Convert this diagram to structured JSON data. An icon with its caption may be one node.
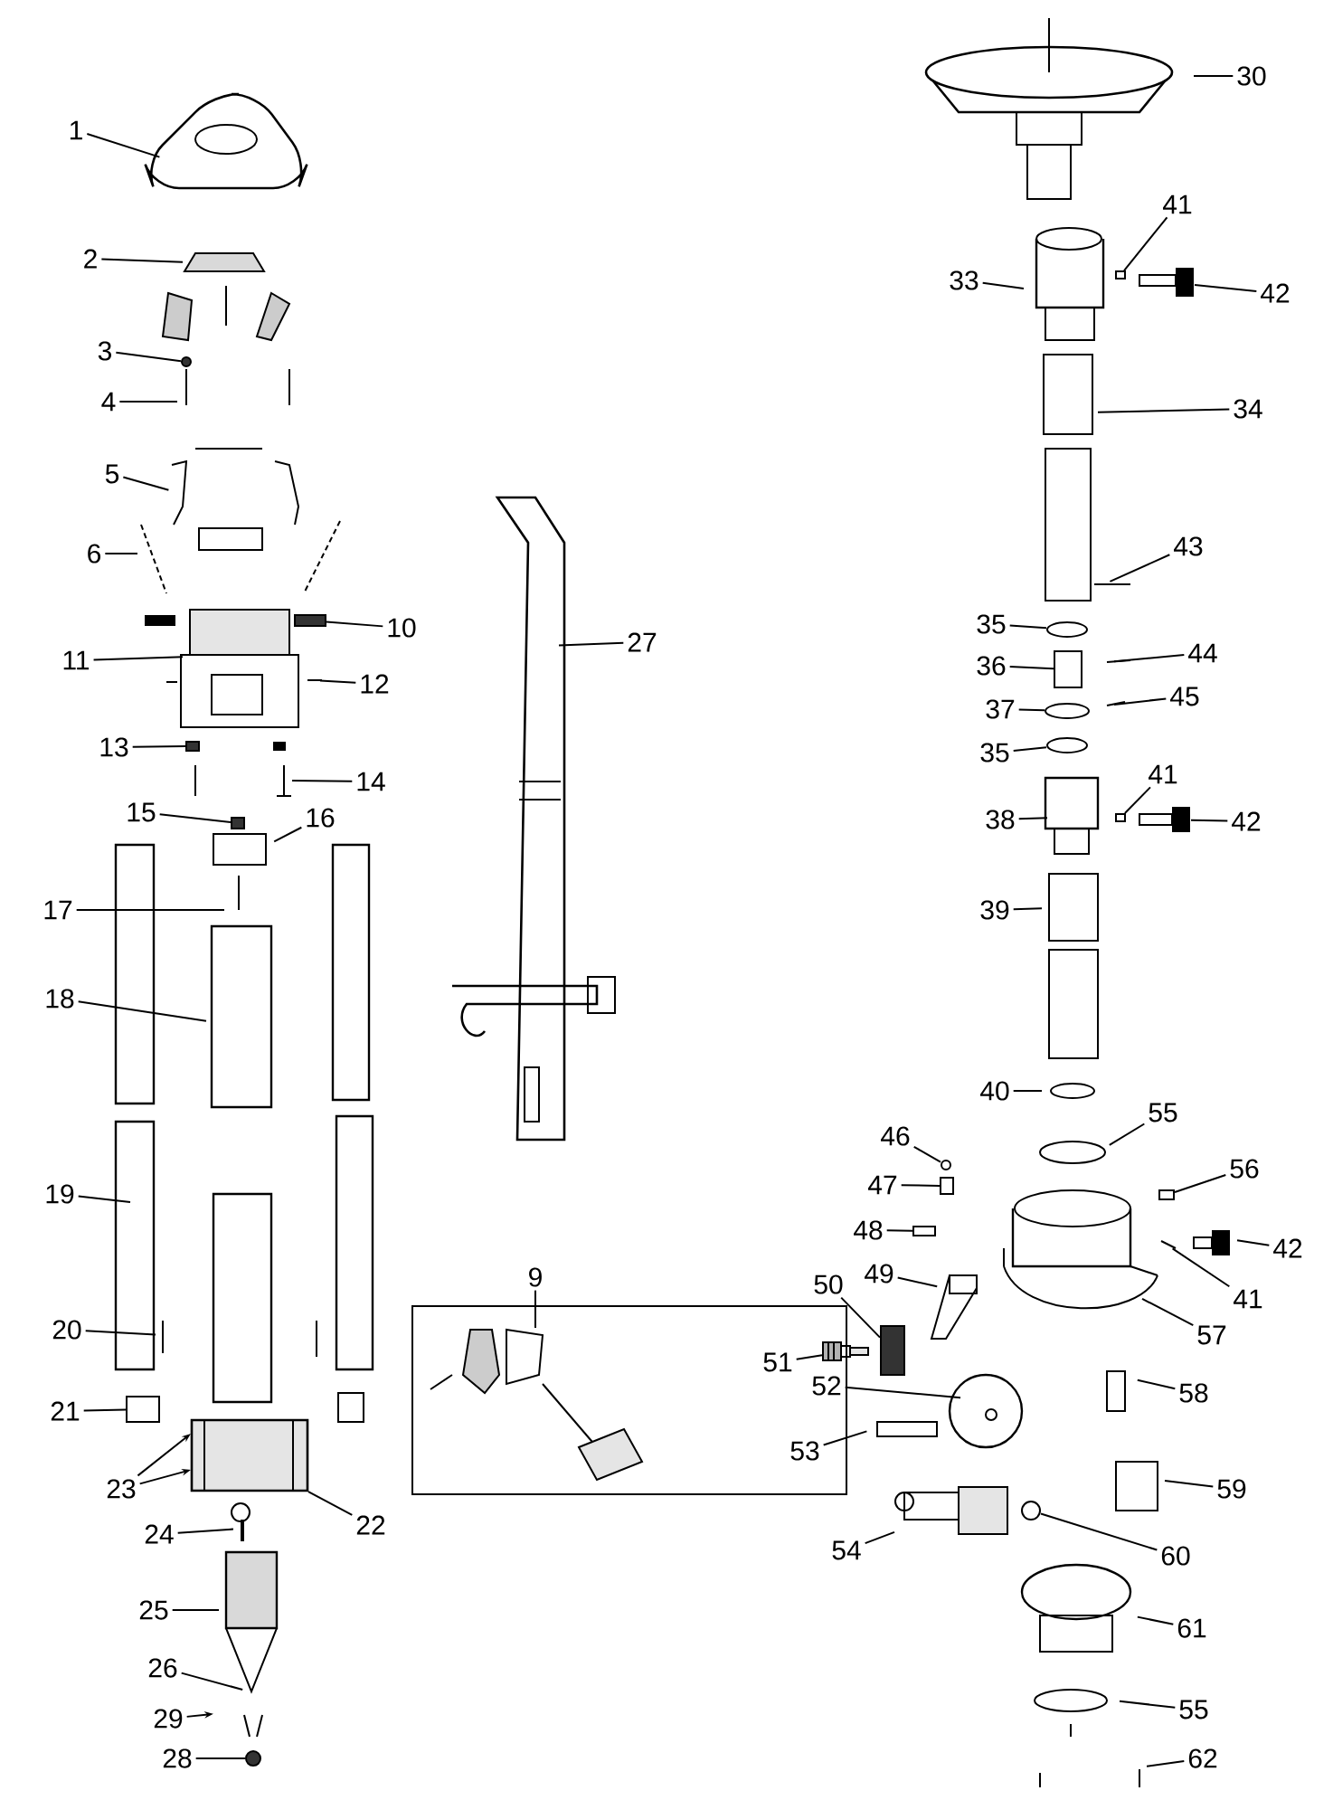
{
  "diagram": {
    "nodes": [
      {
        "text": [
          "1"
        ]
      },
      {
        "text": [
          "2"
        ]
      },
      {
        "text": [
          "3"
        ]
      },
      {
        "text": [
          "4"
        ]
      },
      {
        "text": [
          "5"
        ]
      },
      {
        "text": [
          "6"
        ]
      },
      {
        "text": [
          "10"
        ]
      },
      {
        "text": [
          "11"
        ]
      },
      {
        "text": [
          "12"
        ]
      },
      {
        "text": [
          "13"
        ]
      },
      {
        "text": [
          "14"
        ]
      },
      {
        "text": [
          "15"
        ]
      },
      {
        "text": [
          "16"
        ]
      },
      {
        "text": [
          "17"
        ]
      },
      {
        "text": [
          "18"
        ]
      },
      {
        "text": [
          "19"
        ]
      },
      {
        "text": [
          "20"
        ]
      },
      {
        "text": [
          "21"
        ]
      },
      {
        "text": [
          "23"
        ]
      },
      {
        "text": [
          "22"
        ]
      },
      {
        "text": [
          "24"
        ]
      },
      {
        "text": [
          "25"
        ]
      },
      {
        "text": [
          "26"
        ]
      },
      {
        "text": [
          "29"
        ]
      },
      {
        "text": [
          "28"
        ]
      },
      {
        "text": [
          "27"
        ]
      },
      {
        "text": [
          "9"
        ]
      },
      {
        "text": [
          "30"
        ]
      },
      {
        "text": [
          "41"
        ]
      },
      {
        "text": [
          "42"
        ]
      },
      {
        "text": [
          "33"
        ]
      },
      {
        "text": [
          "34"
        ]
      },
      {
        "text": [
          "43"
        ]
      },
      {
        "text": [
          "35"
        ]
      },
      {
        "text": [
          "44"
        ]
      },
      {
        "text": [
          "36"
        ]
      },
      {
        "text": [
          "45"
        ]
      },
      {
        "text": [
          "37"
        ]
      },
      {
        "text": [
          "35"
        ]
      },
      {
        "text": [
          "41"
        ]
      },
      {
        "text": [
          "38"
        ]
      },
      {
        "text": [
          "42"
        ]
      },
      {
        "text": [
          "39"
        ]
      },
      {
        "text": [
          "40"
        ]
      },
      {
        "text": [
          "55"
        ]
      },
      {
        "text": [
          "46"
        ]
      },
      {
        "text": [
          "56"
        ]
      },
      {
        "text": [
          "47"
        ]
      },
      {
        "text": [
          "48"
        ]
      },
      {
        "text": [
          "42"
        ]
      },
      {
        "text": [
          "41"
        ]
      },
      {
        "text": [
          "49"
        ]
      },
      {
        "text": [
          "50"
        ]
      },
      {
        "text": [
          "57"
        ]
      },
      {
        "text": [
          "51"
        ]
      },
      {
        "text": [
          "58"
        ]
      },
      {
        "text": [
          "52"
        ]
      },
      {
        "text": [
          "53"
        ]
      },
      {
        "text": [
          "59"
        ]
      },
      {
        "text": [
          "54"
        ]
      },
      {
        "text": [
          "60"
        ]
      },
      {
        "text": [
          "61"
        ]
      },
      {
        "text": [
          "55"
        ]
      },
      {
        "text": [
          "62"
        ]
      },
      {
        "text": [],
        "shape": "circle"
      },
      {
        "text": [],
        "shape": "box"
      },
      {
        "text": [],
        "shape": "box"
      },
      {
        "text": [],
        "shape": "picture"
      },
      {
        "text": [],
        "shape": "box"
      },
      {
        "text": [],
        "shape": "box"
      },
      {
        "text": [],
        "shape": "circle"
      },
      {
        "text": [],
        "shape": "box"
      },
      {
        "text": [],
        "shape": "picture"
      },
      {
        "text": [],
        "shape": "circle"
      },
      {
        "text": [],
        "shape": "box"
      },
      {
        "text": [],
        "shape": "circle"
      },
      {
        "text": [],
        "shape": "circle"
      },
      {
        "text": [],
        "shape": "box"
      },
      {
        "text": [],
        "shape": "picture"
      },
      {
        "text": [],
        "shape": "circle"
      },
      {
        "text": [],
        "shape": "box"
      },
      {
        "text": [],
        "shape": "box"
      },
      {
        "text": [],
        "shape": "box"
      },
      {
        "text": [],
        "shape": "picture"
      },
      {
        "text": [],
        "shape": "picture"
      },
      {
        "text": [],
        "shape": "circle"
      },
      {
        "text": [],
        "shape": "picture"
      },
      {
        "text": [],
        "shape": "box"
      }
    ],
    "edges": [
      {
        "from": 0,
        "to": null,
        "arrow": "none"
      },
      {
        "from": 1,
        "to": null,
        "arrow": "none"
      },
      {
        "from": 2,
        "to": 64,
        "arrow": "none"
      },
      {
        "from": 3,
        "to": null,
        "arrow": "none"
      },
      {
        "from": 4,
        "to": null,
        "arrow": "none"
      },
      {
        "from": 5,
        "to": null,
        "arrow": "none"
      },
      {
        "from": 6,
        "to": 65,
        "arrow": "none"
      },
      {
        "from": 7,
        "to": null,
        "arrow": "none"
      },
      {
        "from": 8,
        "to": null,
        "arrow": "none"
      },
      {
        "from": 9,
        "to": 66,
        "arrow": "none"
      },
      {
        "from": 10,
        "to": 67,
        "arrow": "none"
      },
      {
        "from": 11,
        "to": 68,
        "arrow": "none"
      },
      {
        "from": 12,
        "to": null,
        "arrow": "none"
      },
      {
        "from": 13,
        "to": null,
        "arrow": "none"
      },
      {
        "from": 14,
        "to": null,
        "arrow": "none"
      },
      {
        "from": 15,
        "to": null,
        "arrow": "none"
      },
      {
        "from": 16,
        "to": null,
        "arrow": "none"
      },
      {
        "from": 17,
        "to": 69,
        "arrow": "none"
      },
      {
        "from": 18,
        "to": 86,
        "arrow": "to"
      },
      {
        "from": 18,
        "to": 86,
        "arrow": "to"
      },
      {
        "from": 19,
        "to": 86,
        "arrow": "none"
      },
      {
        "from": 20,
        "to": null,
        "arrow": "none"
      },
      {
        "from": 21,
        "to": null,
        "arrow": "none"
      },
      {
        "from": 22,
        "to": null,
        "arrow": "none"
      },
      {
        "from": 23,
        "to": null,
        "arrow": "to"
      },
      {
        "from": 24,
        "to": 70,
        "arrow": "none"
      },
      {
        "from": 25,
        "to": null,
        "arrow": "none"
      },
      {
        "from": 26,
        "to": null,
        "arrow": "none"
      },
      {
        "from": 27,
        "to": null,
        "arrow": "none"
      },
      {
        "from": 28,
        "to": 71,
        "arrow": "none"
      },
      {
        "from": 29,
        "to": 72,
        "arrow": "none"
      },
      {
        "from": 30,
        "to": null,
        "arrow": "none"
      },
      {
        "from": 31,
        "to": null,
        "arrow": "none"
      },
      {
        "from": 32,
        "to": null,
        "arrow": "none"
      },
      {
        "from": 33,
        "to": 73,
        "arrow": "none"
      },
      {
        "from": 34,
        "to": null,
        "arrow": "none"
      },
      {
        "from": 35,
        "to": 74,
        "arrow": "none"
      },
      {
        "from": 36,
        "to": null,
        "arrow": "none"
      },
      {
        "from": 37,
        "to": 75,
        "arrow": "none"
      },
      {
        "from": 38,
        "to": 76,
        "arrow": "none"
      },
      {
        "from": 39,
        "to": 77,
        "arrow": "none"
      },
      {
        "from": 40,
        "to": null,
        "arrow": "none"
      },
      {
        "from": 41,
        "to": 78,
        "arrow": "none"
      },
      {
        "from": 42,
        "to": null,
        "arrow": "none"
      },
      {
        "from": 43,
        "to": null,
        "arrow": "none"
      },
      {
        "from": 44,
        "to": null,
        "arrow": "none"
      },
      {
        "from": 45,
        "to": 79,
        "arrow": "none"
      },
      {
        "from": 46,
        "to": 87,
        "arrow": "none"
      },
      {
        "from": 47,
        "to": 80,
        "arrow": "none"
      },
      {
        "from": 48,
        "to": 81,
        "arrow": "none"
      },
      {
        "from": 49,
        "to": null,
        "arrow": "none"
      },
      {
        "from": 50,
        "to": null,
        "arrow": "none"
      },
      {
        "from": 51,
        "to": null,
        "arrow": "none"
      },
      {
        "from": 52,
        "to": 82,
        "arrow": "none"
      },
      {
        "from": 53,
        "to": null,
        "arrow": "none"
      },
      {
        "from": 54,
        "to": 83,
        "arrow": "none"
      },
      {
        "from": 55,
        "to": null,
        "arrow": "none"
      },
      {
        "from": 56,
        "to": null,
        "arrow": "none"
      },
      {
        "from": 57,
        "to": null,
        "arrow": "none"
      },
      {
        "from": 58,
        "to": null,
        "arrow": "none"
      },
      {
        "from": 59,
        "to": 84,
        "arrow": "none"
      },
      {
        "from": 60,
        "to": 85,
        "arrow": "none"
      },
      {
        "from": 61,
        "to": null,
        "arrow": "none"
      },
      {
        "from": 62,
        "to": null,
        "arrow": "none"
      },
      {
        "from": 63,
        "to": null,
        "arrow": "none"
      }
    ]
  }
}
